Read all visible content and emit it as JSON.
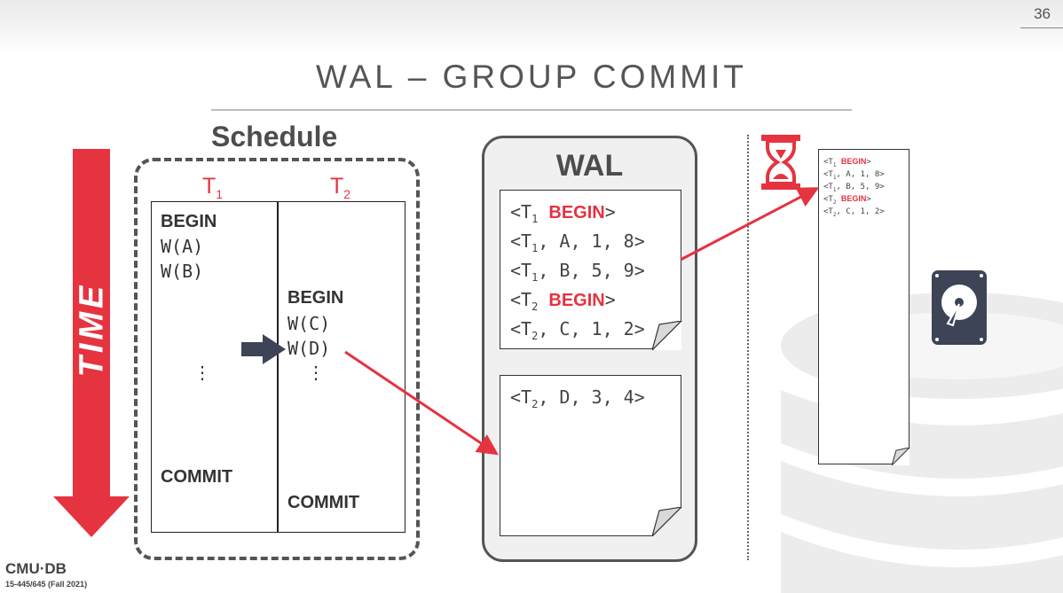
{
  "slide_number": "36",
  "title": "WAL – GROUP COMMIT",
  "schedule": {
    "label": "Schedule",
    "time_label": "TIME",
    "t1": {
      "name": "T",
      "sub": "1"
    },
    "t2": {
      "name": "T",
      "sub": "2"
    },
    "t1_ops": [
      "BEGIN",
      "W(A)",
      "W(B)",
      "⋮",
      "COMMIT"
    ],
    "t2_ops": [
      "BEGIN",
      "W(C)",
      "W(D)",
      "⋮",
      "COMMIT"
    ]
  },
  "wal": {
    "label": "WAL",
    "page1": [
      {
        "prefix": "<T",
        "sub": "1",
        "body": " ",
        "red": "BEGIN",
        "suffix": ">"
      },
      {
        "prefix": "<T",
        "sub": "1",
        "body": ", A, 1, 8>",
        "red": "",
        "suffix": ""
      },
      {
        "prefix": "<T",
        "sub": "1",
        "body": ", B, 5, 9>",
        "red": "",
        "suffix": ""
      },
      {
        "prefix": "<T",
        "sub": "2",
        "body": " ",
        "red": "BEGIN",
        "suffix": ">"
      },
      {
        "prefix": "<T",
        "sub": "2",
        "body": ", C, 1, 2>",
        "red": "",
        "suffix": ""
      }
    ],
    "page2": [
      {
        "prefix": "<T",
        "sub": "2",
        "body": ", D, 3, 4>",
        "red": "",
        "suffix": ""
      }
    ]
  },
  "disk_page": [
    {
      "prefix": "<T",
      "sub": "1",
      "body": " ",
      "red": "BEGIN",
      "suffix": ">"
    },
    {
      "prefix": "<T",
      "sub": "1",
      "body": ", A, 1, 8>",
      "red": "",
      "suffix": ""
    },
    {
      "prefix": "<T",
      "sub": "1",
      "body": ", B, 5, 9>",
      "red": "",
      "suffix": ""
    },
    {
      "prefix": "<T",
      "sub": "2",
      "body": " ",
      "red": "BEGIN",
      "suffix": ">"
    },
    {
      "prefix": "<T",
      "sub": "2",
      "body": ", C, 1, 2>",
      "red": "",
      "suffix": ""
    }
  ],
  "footer": {
    "logo": "CMU·DB",
    "course": "15-445/645 (Fall 2021)"
  },
  "colors": {
    "accent_red": "#e53340",
    "dark_blue": "#3d4456",
    "gray_text": "#555555"
  }
}
